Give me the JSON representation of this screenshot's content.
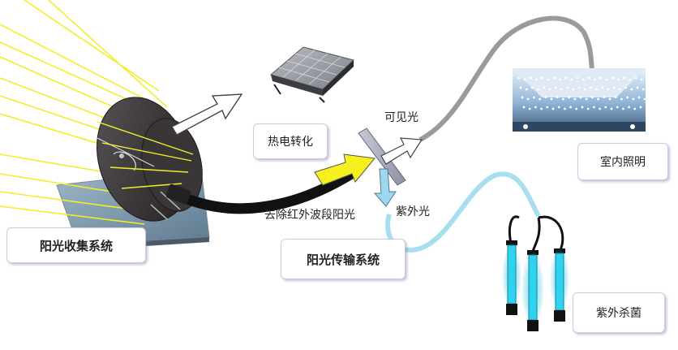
{
  "labels": {
    "collection": "阳光收集系统",
    "thermal": "热电转化",
    "visible": "可见光",
    "remove_ir": "去除红外波段阳光",
    "uv": "紫外光",
    "transmission": "阳光传输系统",
    "lighting": "室内照明",
    "sterilize": "紫外杀菌"
  },
  "colors": {
    "sunray": "#f2ee2a",
    "fiber_visible": "#9a9a9a",
    "fiber_uv": "#a8dff0",
    "cable": "#111111",
    "arrow_yellow": "#f6f01e",
    "uv_arrow": "#9ed7ee",
    "uv_lamp": "#2fd3f0",
    "box_border": "#c9cbe6"
  }
}
